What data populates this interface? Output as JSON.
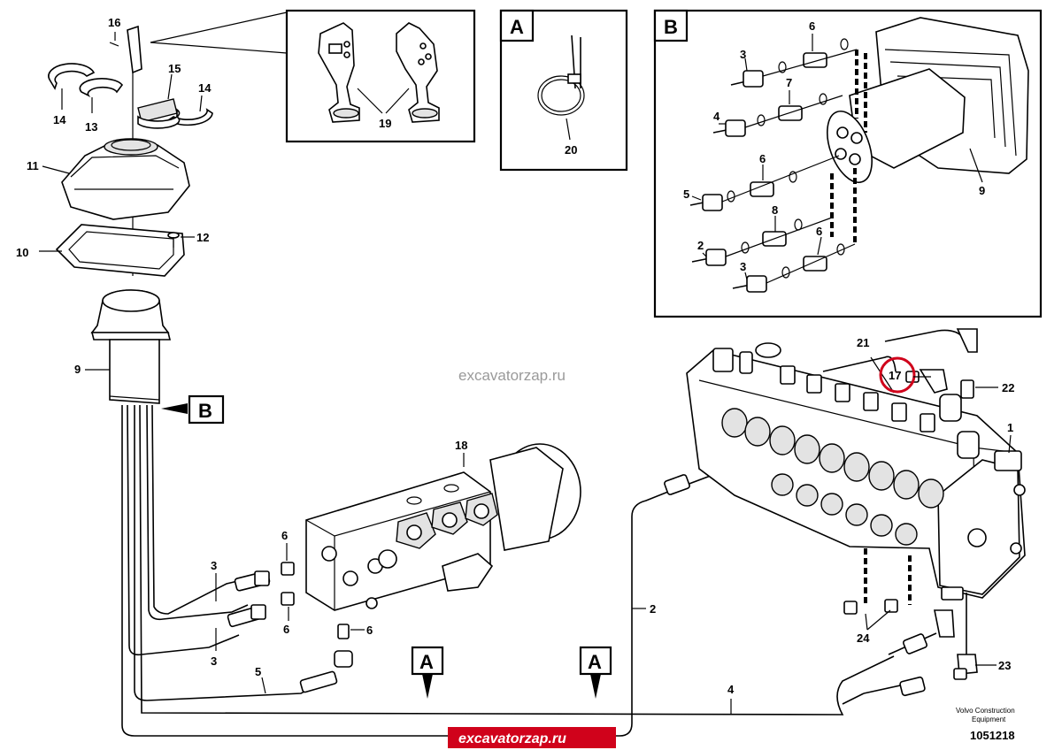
{
  "callouts": {
    "c1": "1",
    "c2a": "2",
    "c2b": "2",
    "c3a": "3",
    "c3b": "3",
    "c3c": "3",
    "c3d": "3",
    "c4a": "4",
    "c4b": "4",
    "c5a": "5",
    "c5b": "5",
    "c6a": "6",
    "c6b": "6",
    "c6c": "6",
    "c6d": "6",
    "c6e": "6",
    "c6f": "6",
    "c7": "7",
    "c8": "8",
    "c9a": "9",
    "c9b": "9",
    "c10": "10",
    "c11": "11",
    "c12": "12",
    "c13": "13",
    "c14a": "14",
    "c14b": "14",
    "c15": "15",
    "c16": "16",
    "c17": "17",
    "c18": "18",
    "c19": "19",
    "c20": "20",
    "c21": "21",
    "c22": "22",
    "c23": "23",
    "c24": "24"
  },
  "detail_labels": {
    "a_box": "A",
    "b_box": "B",
    "b_ref": "B",
    "a_ref1": "A",
    "a_ref2": "A"
  },
  "watermark": {
    "center": "excavatorzap.ru",
    "bottom": "excavatorzap.ru"
  },
  "brand": {
    "line1": "Volvo Construction",
    "line2": "Equipment",
    "part_number": "1051218"
  },
  "colors": {
    "highlight_circle": "#d0021b",
    "watermark_banner": "#d0021b",
    "ink": "#000000"
  }
}
